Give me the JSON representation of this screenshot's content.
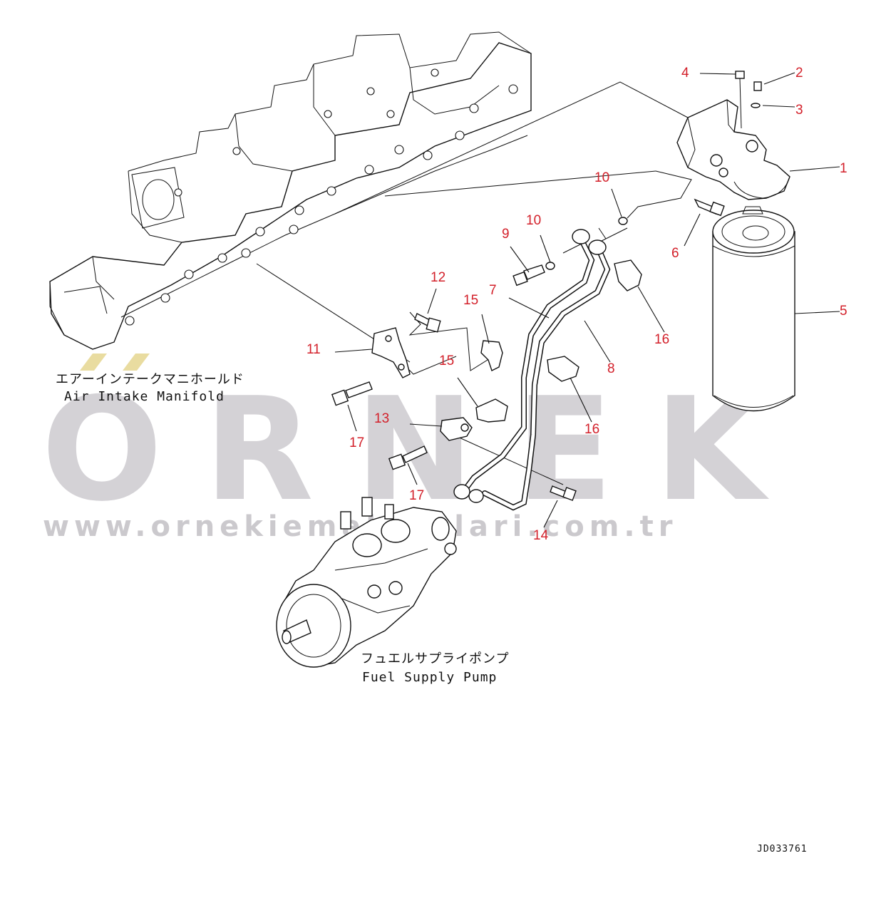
{
  "labels": {
    "air_intake_jp": "エアーインテークマニホールド",
    "air_intake_en": "Air Intake Manifold",
    "fuel_pump_jp": "フュエルサプライポンプ",
    "fuel_pump_en": "Fuel Supply Pump",
    "drawing_code": "JD033761"
  },
  "watermark": {
    "brand": "ORNEK",
    "url": "www.ornekiemakinalari.com.tr"
  },
  "callouts": [
    {
      "id": "c1",
      "text": "1"
    },
    {
      "id": "c2",
      "text": "2"
    },
    {
      "id": "c3",
      "text": "3"
    },
    {
      "id": "c4",
      "text": "4"
    },
    {
      "id": "c5",
      "text": "5"
    },
    {
      "id": "c6",
      "text": "6"
    },
    {
      "id": "c7",
      "text": "7"
    },
    {
      "id": "c8",
      "text": "8"
    },
    {
      "id": "c9",
      "text": "9"
    },
    {
      "id": "c10a",
      "text": "10"
    },
    {
      "id": "c10b",
      "text": "10"
    },
    {
      "id": "c11",
      "text": "11"
    },
    {
      "id": "c12",
      "text": "12"
    },
    {
      "id": "c13",
      "text": "13"
    },
    {
      "id": "c14",
      "text": "14"
    },
    {
      "id": "c15a",
      "text": "15"
    },
    {
      "id": "c15b",
      "text": "15"
    },
    {
      "id": "c16a",
      "text": "16"
    },
    {
      "id": "c16b",
      "text": "16"
    },
    {
      "id": "c17a",
      "text": "17"
    },
    {
      "id": "c17b",
      "text": "17"
    }
  ],
  "colors": {
    "callout": "#d3202a",
    "line": "#111111",
    "watermark": "#d4d2d6",
    "watermark_accent": "#e9dca0"
  }
}
